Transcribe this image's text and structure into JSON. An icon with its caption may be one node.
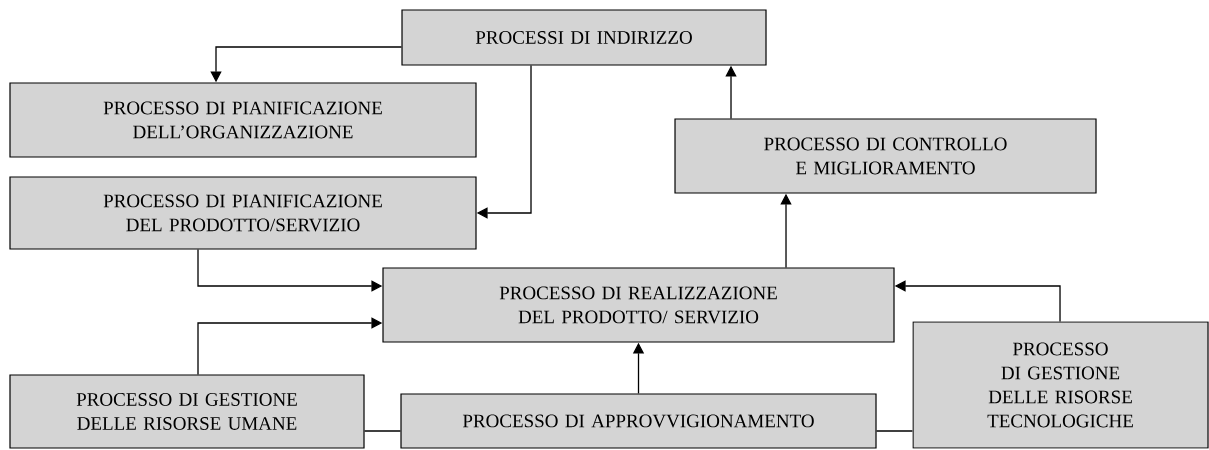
{
  "diagram": {
    "nodes": [
      {
        "text": [
          "PROCESSI DI INDIRIZZO"
        ]
      },
      {
        "text": [
          "PROCESSO DI PIANIFICAZIONE DELL’ORGANIZZAZIONE"
        ]
      },
      {
        "text": [
          "PROCESSO DI PIANIFICAZIONE DEL PRODOTTO/SERVIZIO"
        ]
      },
      {
        "text": [
          "PROCESSO DI CONTROLLO E MIGLIORAMENTO"
        ]
      },
      {
        "text": [
          "PROCESSO DI REALIZZAZIONE DEL PRODOTTO/ SERVIZIO"
        ]
      },
      {
        "text": [
          "PROCESSO DI GESTIONE DELLE RISORSE UMANE"
        ]
      },
      {
        "text": [
          "PROCESSO DI APPROVVIGIONAMENTO"
        ]
      },
      {
        "text": [
          "PROCESSO DI GESTIONE DELLE RISORSE TECNOLOGICHE"
        ]
      }
    ],
    "edges": [
      {
        "from": 0,
        "to": 1,
        "arrow": "to"
      },
      {
        "from": 0,
        "to": 2,
        "arrow": "to"
      },
      {
        "from": 2,
        "to": 4,
        "arrow": "to"
      },
      {
        "from": 5,
        "to": 4,
        "arrow": "to"
      },
      {
        "from": 6,
        "to": 4,
        "arrow": "to"
      },
      {
        "from": 4,
        "to": 3,
        "arrow": "to"
      },
      {
        "from": 3,
        "to": 0,
        "arrow": "to"
      },
      {
        "from": 7,
        "to": 4,
        "arrow": "to"
      },
      {
        "from": 5,
        "to": 6,
        "arrow": "none"
      },
      {
        "from": 6,
        "to": 7,
        "arrow": "none"
      }
    ]
  }
}
